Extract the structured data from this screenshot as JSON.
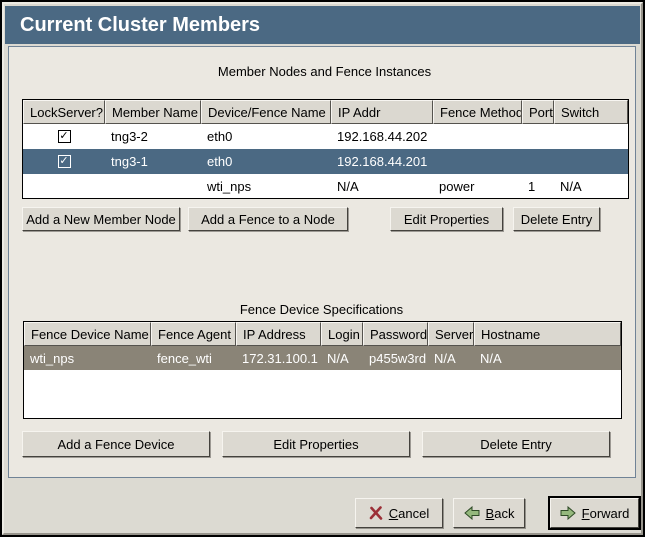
{
  "window": {
    "title": "Current Cluster Members"
  },
  "colors": {
    "titlebar": "#4b6983",
    "selected_row_focused": "#4b6983",
    "selected_row_unfocused": "#8a8477",
    "panel_bg": "#ebe8e1",
    "window_bg": "#dcdad2",
    "panel_border": "#708396"
  },
  "icons": {
    "check_glyph": "✓",
    "cancel": "red-x-icon",
    "back": "green-arrow-left-icon",
    "forward": "green-arrow-right-icon"
  },
  "member_section": {
    "label": "Member Nodes and Fence Instances",
    "columns": [
      "LockServer?",
      "Member Name",
      "Device/Fence Name",
      "IP Addr",
      "Fence Method",
      "Port",
      "Switch"
    ],
    "rows": [
      {
        "lockserver": "checked",
        "member_name": "tng3-2",
        "device_fence_name": "eth0",
        "ip_addr": "192.168.44.202",
        "fence_method": "",
        "port": "",
        "switch": "",
        "selected": "false"
      },
      {
        "lockserver": "checked",
        "member_name": "tng3-1",
        "device_fence_name": "eth0",
        "ip_addr": "192.168.44.201",
        "fence_method": "",
        "port": "",
        "switch": "",
        "selected": "true"
      },
      {
        "lockserver": "none",
        "member_name": "",
        "device_fence_name": "wti_nps",
        "ip_addr": "N/A",
        "fence_method": "power",
        "port": "1",
        "switch": "N/A",
        "selected": "false"
      }
    ],
    "buttons": [
      "Add a New Member Node",
      "Add a Fence to a Node",
      "Edit Properties",
      "Delete Entry"
    ]
  },
  "fence_section": {
    "label": "Fence Device Specifications",
    "columns": [
      "Fence Device Name",
      "Fence Agent",
      "IP Address",
      "Login",
      "Password",
      "Server",
      "Hostname"
    ],
    "rows": [
      {
        "fence_device_name": "wti_nps",
        "fence_agent": "fence_wti",
        "ip_address": "172.31.100.1",
        "login": "N/A",
        "password": "p455w3rd",
        "server": "N/A",
        "hostname": "N/A",
        "selected": "true"
      }
    ],
    "buttons": [
      "Add a Fence Device",
      "Edit Properties",
      "Delete Entry"
    ]
  },
  "footer": {
    "cancel": {
      "mnemonic": "C",
      "rest": "ancel"
    },
    "back": {
      "mnemonic": "B",
      "rest": "ack"
    },
    "forward": {
      "mnemonic": "F",
      "rest": "orward"
    }
  }
}
